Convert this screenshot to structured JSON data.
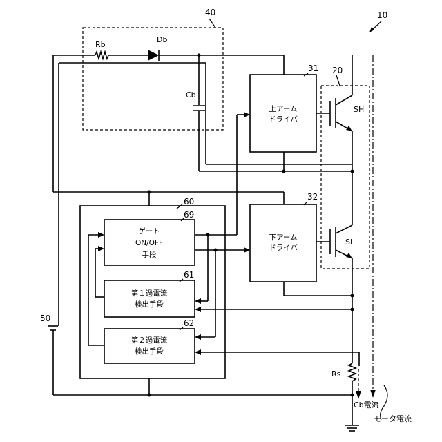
{
  "labels": {
    "fig_number": "10",
    "bootstrap_block": "40",
    "switch_block": "20",
    "resistor_rb": "Rb",
    "diode_db": "Db",
    "capacitor_cb": "Cb",
    "upper_driver_number": "31",
    "upper_driver_line1": "上アーム",
    "upper_driver_line2": "ドライバ",
    "lower_driver_number": "32",
    "lower_driver_line1": "下アーム",
    "lower_driver_line2": "ドライバ",
    "switch_high": "SH",
    "switch_low": "SL",
    "control_block": "60",
    "gate_block_number": "69",
    "gate_line1": "ゲート",
    "gate_line2": "ON/OFF",
    "gate_line3": "手段",
    "detector1_number": "61",
    "detector1_line1": "第１過電流",
    "detector1_line2": "検出手段",
    "detector2_number": "62",
    "detector2_line1": "第２過電流",
    "detector2_line2": "検出手段",
    "power_supply": "50",
    "shunt_rs": "Rs",
    "cb_current": "Cb電流",
    "motor_current": "モータ電流"
  }
}
